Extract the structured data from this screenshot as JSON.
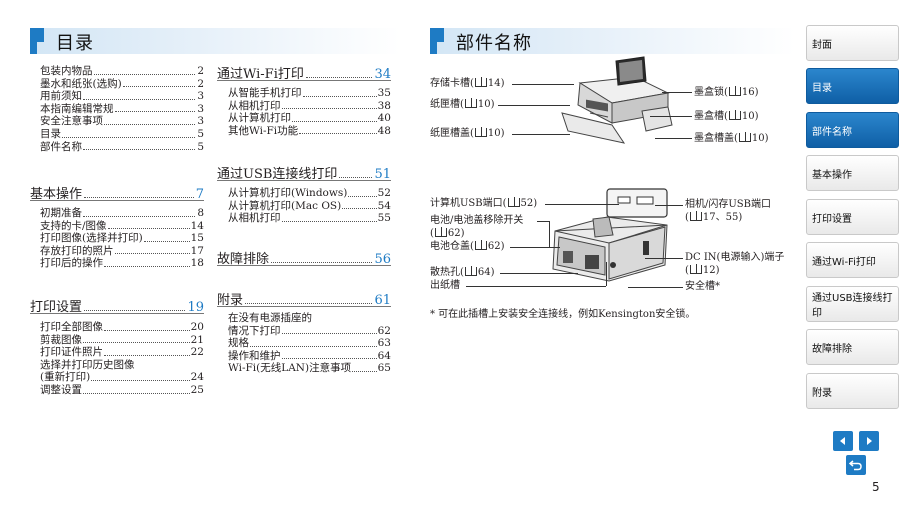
{
  "toc_header": {
    "title": "目录"
  },
  "parts_header": {
    "title": "部件名称"
  },
  "toc_intro": [
    {
      "text": "包装内物品",
      "page": "2"
    },
    {
      "text": "墨水和纸张(选购)",
      "page": "2"
    },
    {
      "text": "用前须知",
      "page": "3"
    },
    {
      "text": "本指南编辑常规",
      "page": "3"
    },
    {
      "text": "安全注意事项",
      "page": "3"
    },
    {
      "text": "目录",
      "page": "5"
    },
    {
      "text": "部件名称",
      "page": "5"
    }
  ],
  "chapters": {
    "basic": {
      "title": "基本操作",
      "page": "7"
    },
    "print_settings": {
      "title": "打印设置",
      "page": "19"
    },
    "wifi": {
      "title": "通过Wi-Fi打印",
      "page": "34"
    },
    "usb": {
      "title": "通过USB连接线打印",
      "page": "51"
    },
    "trouble": {
      "title": "故障排除",
      "page": "56"
    },
    "appendix": {
      "title": "附录",
      "page": "61"
    }
  },
  "toc_basic": [
    {
      "text": "初期准备",
      "page": "8"
    },
    {
      "text": "支持的卡/图像",
      "page": "14"
    },
    {
      "text": "打印图像(选择并打印)",
      "page": "15"
    },
    {
      "text": "存放打印的照片",
      "page": "17"
    },
    {
      "text": "打印后的操作",
      "page": "18"
    }
  ],
  "toc_print": [
    {
      "text": "打印全部图像",
      "page": "20"
    },
    {
      "text": "剪裁图像",
      "page": "21"
    },
    {
      "text": "打印证件照片",
      "page": "22"
    },
    {
      "text": "选择并打印历史图像",
      "page": ""
    },
    {
      "text": "(重新打印)",
      "page": "24"
    },
    {
      "text": "调整设置",
      "page": "25"
    }
  ],
  "toc_wifi": [
    {
      "text": "从智能手机打印",
      "page": "35"
    },
    {
      "text": "从相机打印",
      "page": "38"
    },
    {
      "text": "从计算机打印",
      "page": "40"
    },
    {
      "text": "其他Wi-Fi功能",
      "page": "48"
    }
  ],
  "toc_usb": [
    {
      "text": "从计算机打印(Windows)",
      "page": "52"
    },
    {
      "text": "从计算机打印(Mac OS)",
      "page": "54"
    },
    {
      "text": "从相机打印",
      "page": "55"
    }
  ],
  "toc_appendix": [
    {
      "text": "在没有电源插座的",
      "page": ""
    },
    {
      "text": "情况下打印",
      "page": "62"
    },
    {
      "text": "规格",
      "page": "63"
    },
    {
      "text": "操作和维护",
      "page": "64"
    },
    {
      "text": "Wi-Fi(无线LAN)注意事项",
      "page": "65"
    }
  ],
  "parts_top": {
    "card_slot": {
      "text": "存储卡槽",
      "ref": "14)"
    },
    "paper_slot": {
      "text": "纸匣槽",
      "ref": "10)"
    },
    "paper_cover": {
      "text": "纸匣槽盖",
      "ref": "10)"
    },
    "ink_lock": {
      "text": "墨盒锁",
      "ref": "16)"
    },
    "ink_slot": {
      "text": "墨盒槽",
      "ref": "10)"
    },
    "ink_cover": {
      "text": "墨盒槽盖",
      "ref": "10)"
    }
  },
  "parts_back": {
    "usb_pc": {
      "text": "计算机USB端口",
      "ref": "52)"
    },
    "battery_switch": {
      "text": "电池/电池盖移除开关",
      "ref": "62)"
    },
    "battery_cover": {
      "text": "电池仓盖",
      "ref": "62)"
    },
    "vent": {
      "text": "散热孔",
      "ref": "64)"
    },
    "paper_exit": {
      "text": "出纸槽"
    },
    "usb_camera": {
      "text": "相机/闪存USB端口",
      "ref": "17、55)"
    },
    "dc_in": {
      "text": "DC IN(电源输入)端子",
      "ref": "12)"
    },
    "security": {
      "text": "安全槽*"
    }
  },
  "note": "* 可在此插槽上安装安全连接线，例如Kensington安全锁。",
  "nav": [
    {
      "label": "封面",
      "active": false
    },
    {
      "label": "目录",
      "active": true
    },
    {
      "label": "部件名称",
      "active": true
    },
    {
      "label": "基本操作",
      "active": false
    },
    {
      "label": "打印设置",
      "active": false
    },
    {
      "label": "通过Wi-Fi打印",
      "active": false
    },
    {
      "label": "通过USB连接线打印",
      "active": false
    },
    {
      "label": "故障排除",
      "active": false
    },
    {
      "label": "附录",
      "active": false
    }
  ],
  "page_number": "5",
  "colors": {
    "accent": "#1e7bc4",
    "nav_active": "#0f5fa6"
  }
}
